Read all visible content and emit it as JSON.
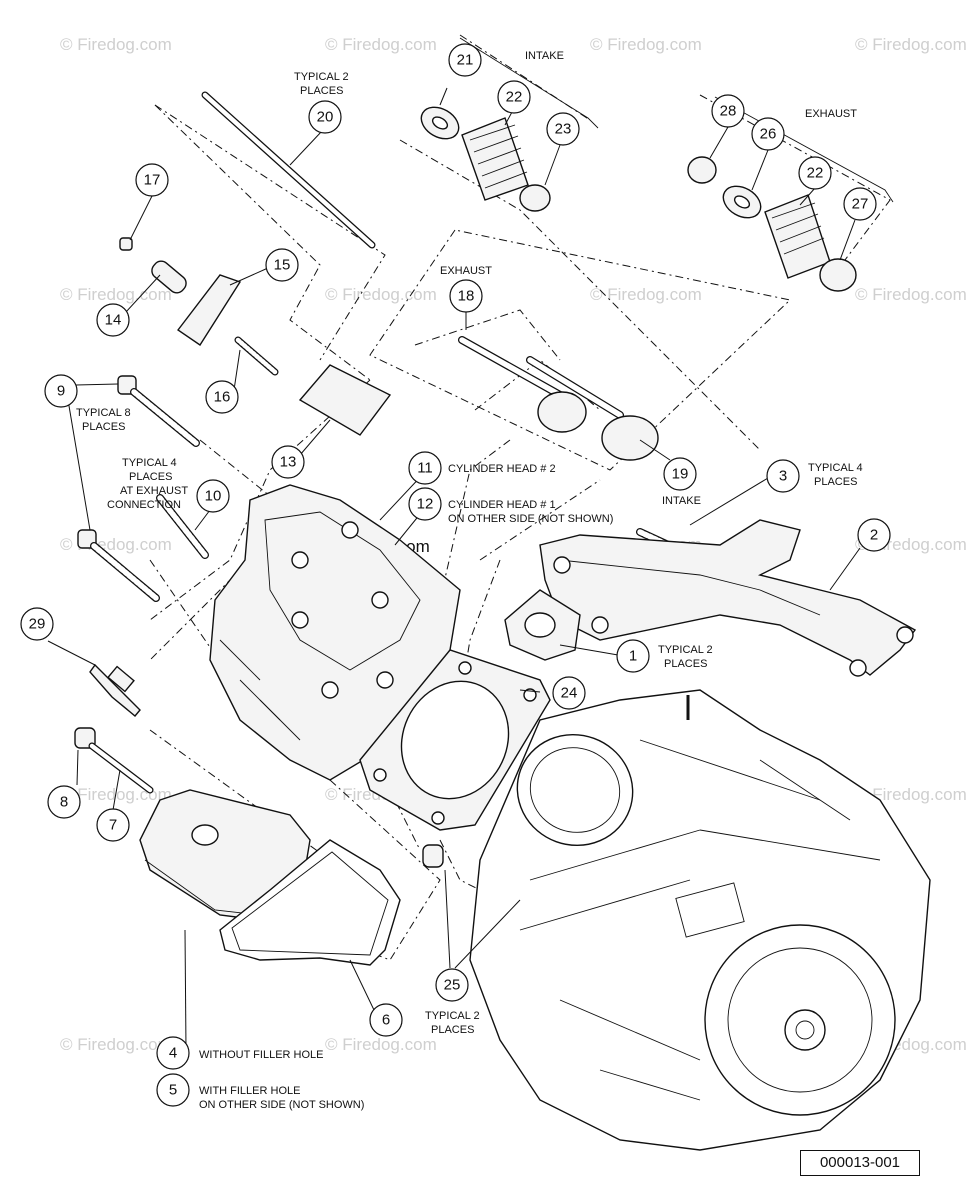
{
  "figure_id": "000013-001",
  "watermark": "© Firedog.com",
  "group_labels": {
    "intake": "INTAKE",
    "exhaust": "EXHAUST",
    "exhaust_valve": "EXHAUST",
    "intake_valve": "INTAKE",
    "typical_2_places_pushrod": [
      "TYPICAL 2",
      "PLACES"
    ],
    "typical_8_places": [
      "TYPICAL 8",
      "PLACES"
    ],
    "typical_4_places_exhaust": [
      "TYPICAL 4",
      "PLACES",
      "AT EXHAUST",
      "CONNECTION"
    ],
    "typical_4_places_manifold": [
      "TYPICAL 4",
      "PLACES"
    ],
    "typical_2_places_gasket": [
      "TYPICAL 2",
      "PLACES"
    ],
    "typical_2_places_dowel": [
      "TYPICAL 2",
      "PLACES"
    ],
    "cylinder_head_2": "CYLINDER HEAD # 2",
    "cylinder_head_1": [
      "CYLINDER HEAD # 1",
      "ON OTHER SIDE (NOT SHOWN)"
    ],
    "without_filler_hole": "WITHOUT FILLER HOLE",
    "with_filler_hole": [
      "WITH FILLER HOLE",
      "ON OTHER SIDE (NOT SHOWN)"
    ]
  },
  "callouts": [
    {
      "id": "c1",
      "num": "1"
    },
    {
      "id": "c2",
      "num": "2"
    },
    {
      "id": "c3",
      "num": "3"
    },
    {
      "id": "c4",
      "num": "4"
    },
    {
      "id": "c5",
      "num": "5"
    },
    {
      "id": "c6",
      "num": "6"
    },
    {
      "id": "c7",
      "num": "7"
    },
    {
      "id": "c8",
      "num": "8"
    },
    {
      "id": "c9",
      "num": "9"
    },
    {
      "id": "c10",
      "num": "10"
    },
    {
      "id": "c11",
      "num": "11"
    },
    {
      "id": "c12",
      "num": "12"
    },
    {
      "id": "c13",
      "num": "13"
    },
    {
      "id": "c14",
      "num": "14"
    },
    {
      "id": "c15",
      "num": "15"
    },
    {
      "id": "c16",
      "num": "16"
    },
    {
      "id": "c17",
      "num": "17"
    },
    {
      "id": "c18",
      "num": "18"
    },
    {
      "id": "c19",
      "num": "19"
    },
    {
      "id": "c20",
      "num": "20"
    },
    {
      "id": "c21",
      "num": "21"
    },
    {
      "id": "c22a",
      "num": "22"
    },
    {
      "id": "c22b",
      "num": "22"
    },
    {
      "id": "c23",
      "num": "23"
    },
    {
      "id": "c24",
      "num": "24"
    },
    {
      "id": "c25",
      "num": "25"
    },
    {
      "id": "c26",
      "num": "26"
    },
    {
      "id": "c27",
      "num": "27"
    },
    {
      "id": "c28",
      "num": "28"
    },
    {
      "id": "c29",
      "num": "29"
    }
  ]
}
